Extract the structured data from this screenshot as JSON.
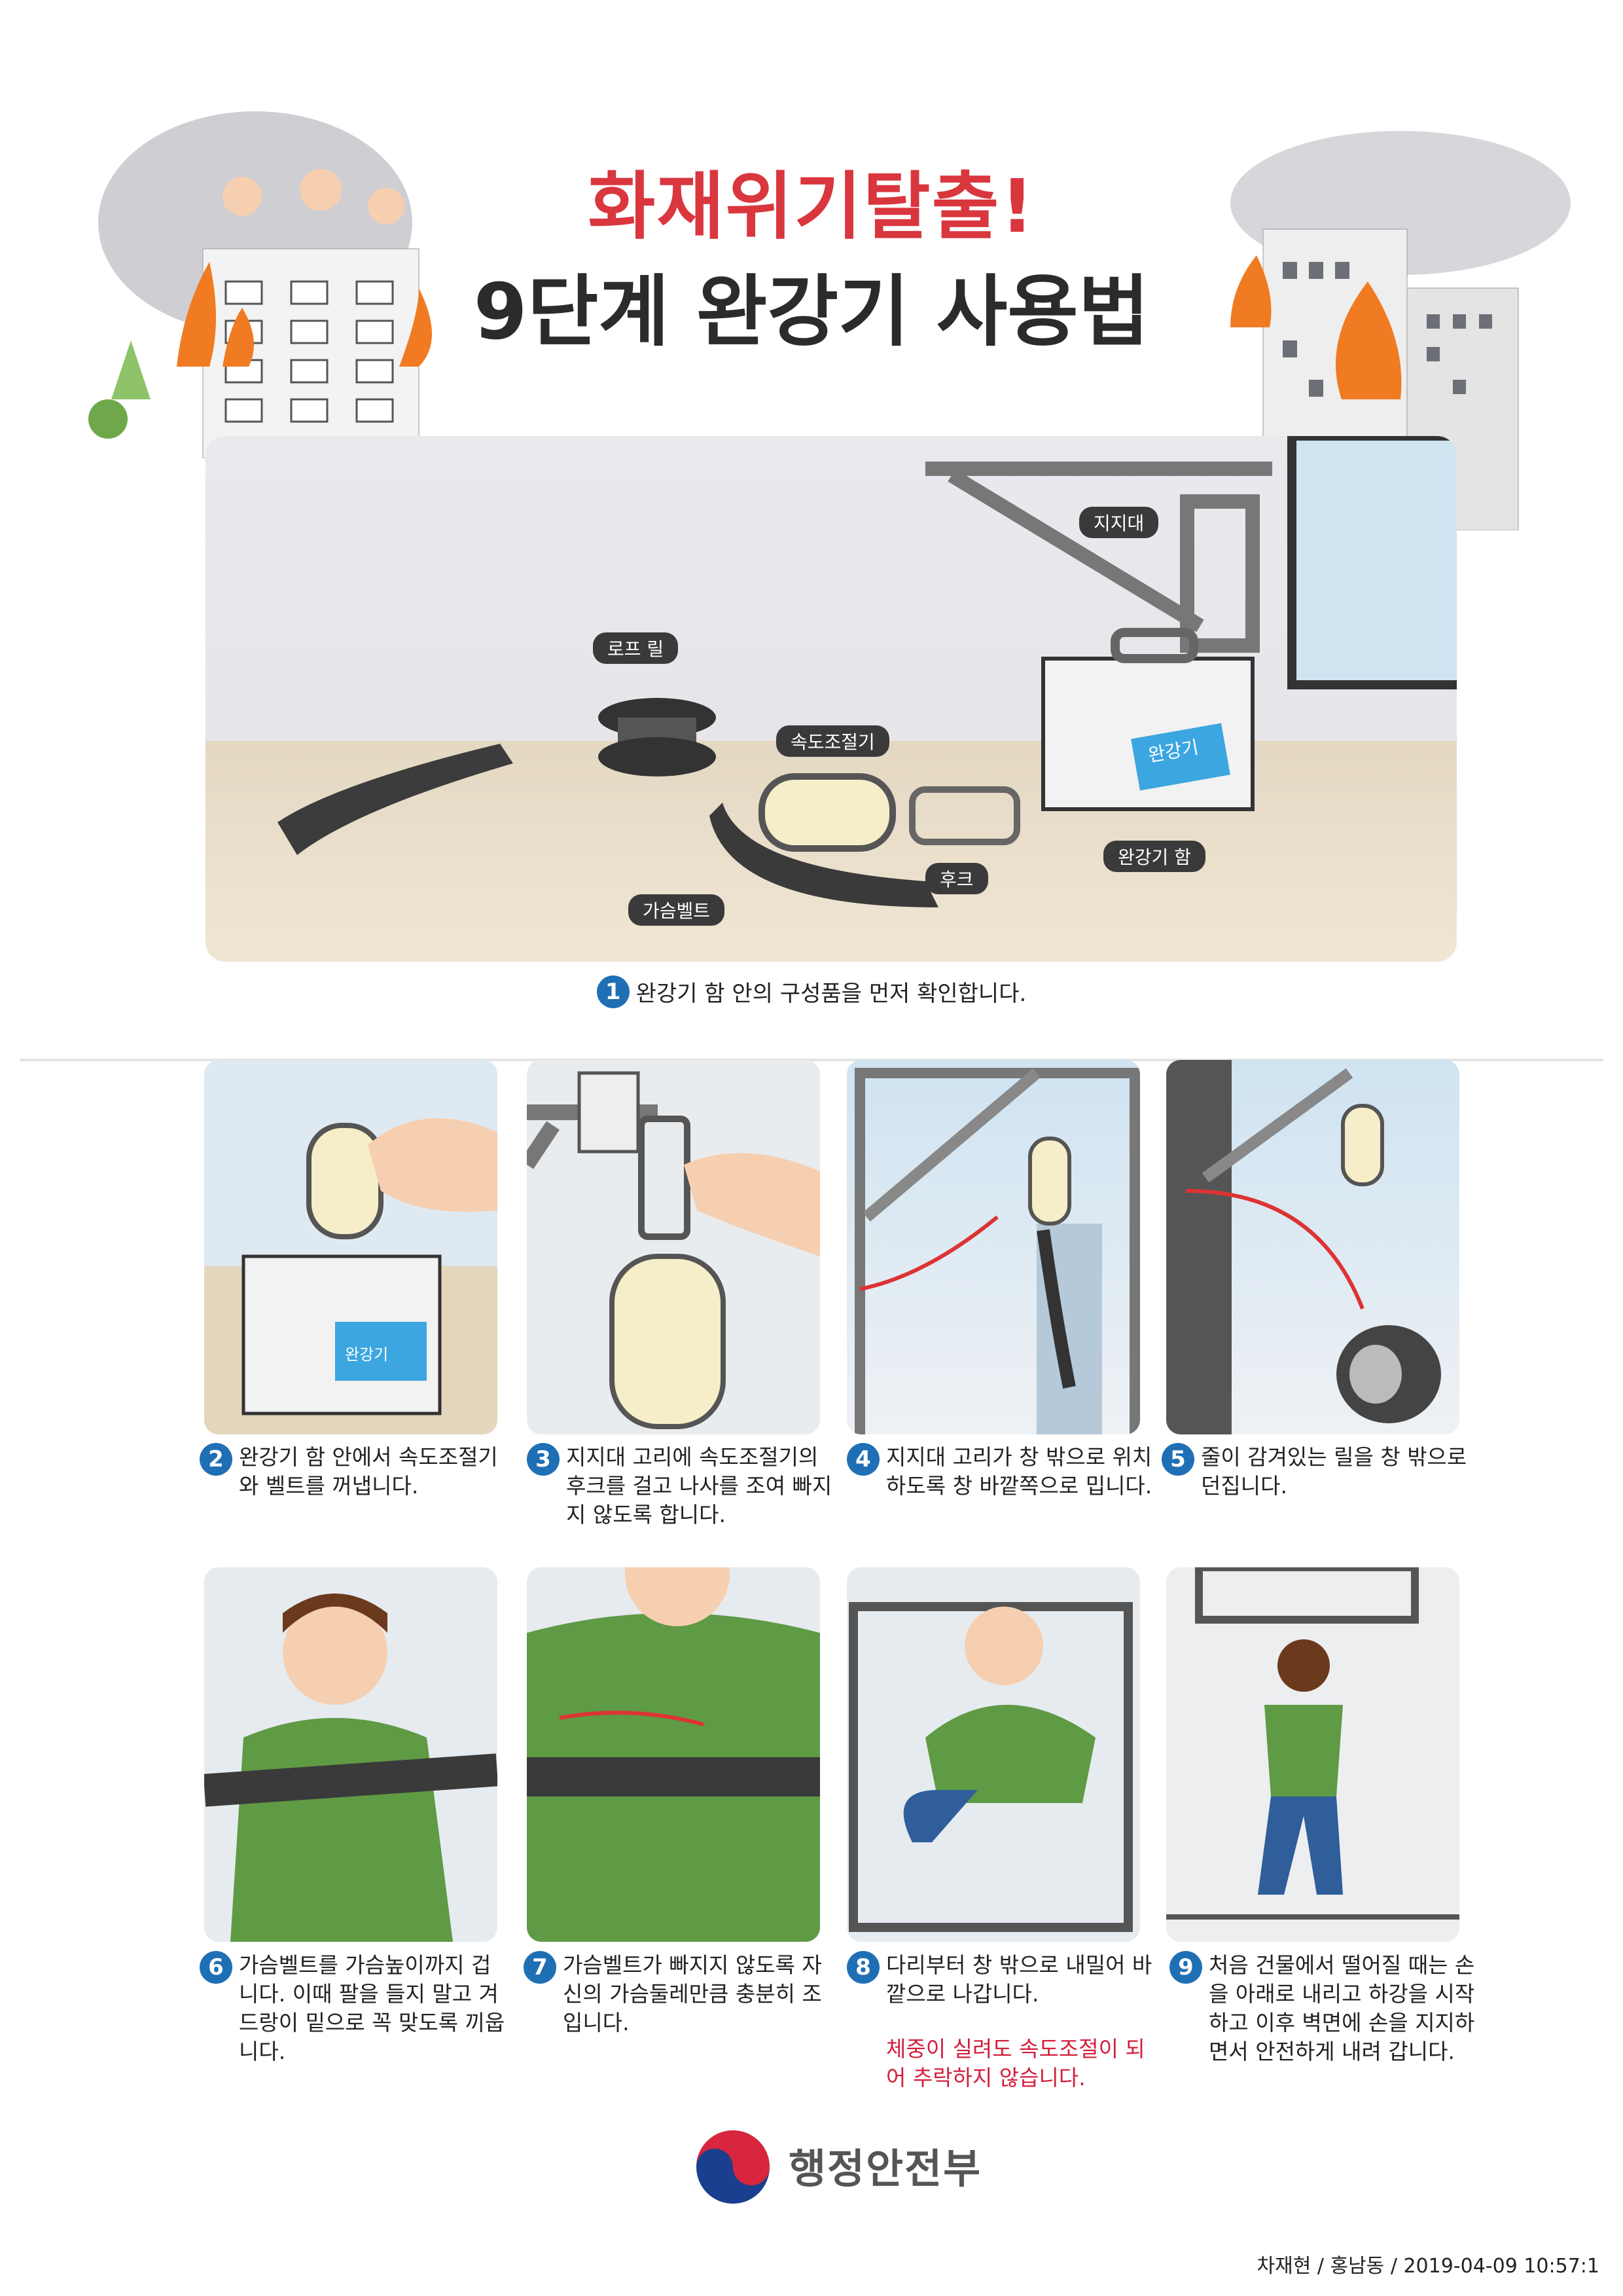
{
  "header": {
    "title_line1": "화재위기탈출!",
    "title_line2": "9단계 완강기 사용법"
  },
  "main_illustration": {
    "labels": {
      "support": "지지대",
      "rope_reel": "로프 릴",
      "speed_controller": "속도조절기",
      "box": "완강기 함",
      "hook": "후크",
      "chest_belt": "가슴벨트",
      "box_text": "완강기"
    }
  },
  "steps": [
    {
      "num": "1",
      "text": "완강기 함 안의 구성품을 먼저 확인합니다."
    },
    {
      "num": "2",
      "text": "완강기 함 안에서 속도조절기와 벨트를 꺼냅니다.",
      "panel_text": "완강기"
    },
    {
      "num": "3",
      "text": "지지대 고리에 속도조절기의 후크를 걸고 나사를 조여 빠지지 않도록 합니다."
    },
    {
      "num": "4",
      "text": "지지대 고리가 창 밖으로 위치하도록 창 바깥쪽으로 밉니다."
    },
    {
      "num": "5",
      "text": "줄이 감겨있는 릴을 창 밖으로 던집니다."
    },
    {
      "num": "6",
      "text": "가슴벨트를 가슴높이까지 겁니다. 이때 팔을 들지 말고 겨드랑이 밑으로 꼭 맞도록 끼웁니다."
    },
    {
      "num": "7",
      "text": "가슴벨트가 빠지지 않도록 자신의 가슴둘레만큼 충분히 조입니다."
    },
    {
      "num": "8",
      "text": "다리부터 창 밖으로 내밀어 바깥으로 나갑니다.",
      "note": "체중이 실려도 속도조절이 되어 추락하지 않습니다."
    },
    {
      "num": "9",
      "text": "처음 건물에서 떨어질 때는 손을 아래로 내리고 하강을 시작하고 이후 벽면에 손을 지지하면서 안전하게 내려 갑니다."
    }
  ],
  "logo": {
    "text": "행정안전부"
  },
  "footer": {
    "stamp": "차재현 / 홍남동 / 2019-04-09 10:57:1"
  },
  "colors": {
    "title_red": "#d9363e",
    "step_blue": "#1f6fb5",
    "note_red": "#d21f3c"
  }
}
